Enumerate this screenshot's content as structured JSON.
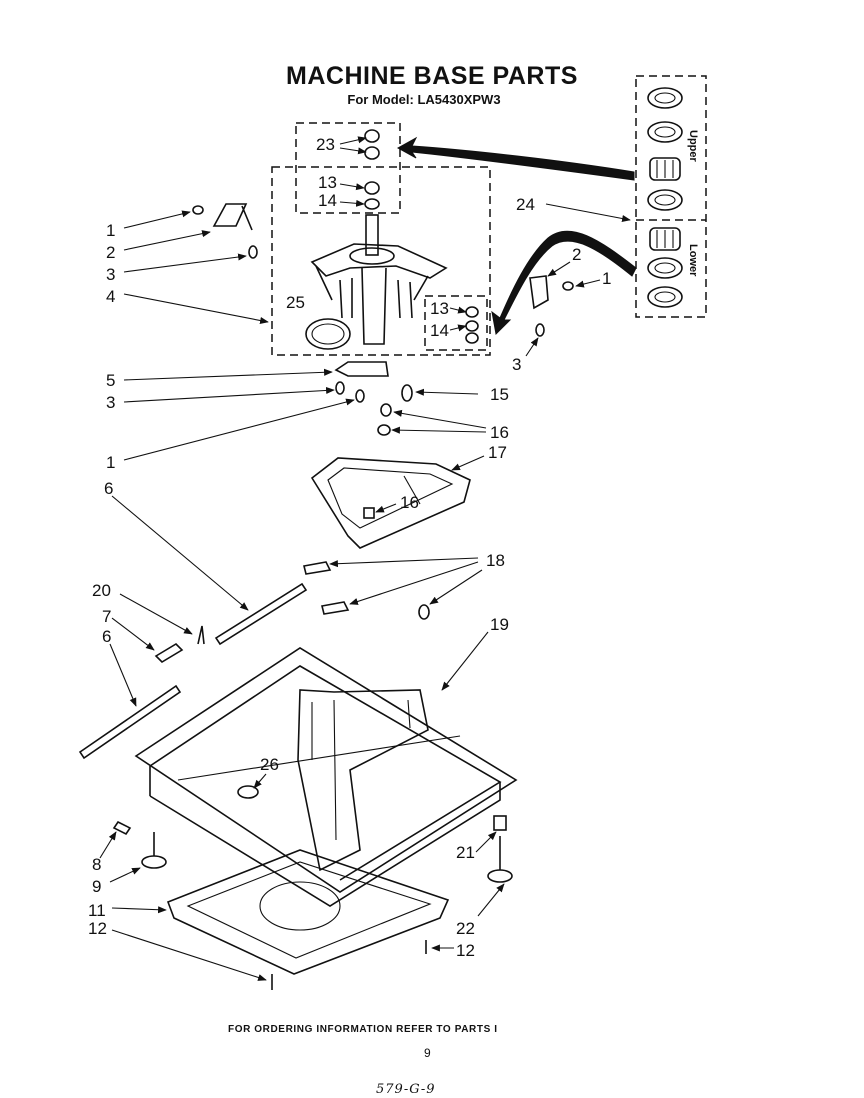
{
  "header": {
    "title": "MACHINE BASE PARTS",
    "subtitle": "For Model: LA5430XPW3"
  },
  "inset_labels": {
    "upper": "Upper",
    "lower": "Lower"
  },
  "callouts": {
    "c1a": "1",
    "c2a": "2",
    "c3a": "3",
    "c4": "4",
    "c23": "23",
    "c13a": "13",
    "c14a": "14",
    "c25": "25",
    "c13b": "13",
    "c14b": "14",
    "c24": "24",
    "c2b": "2",
    "c1b": "1",
    "c3b": "3",
    "c5": "5",
    "c3c": "3",
    "c15": "15",
    "c1c": "1",
    "c16a": "16",
    "c6a": "6",
    "c17": "17",
    "c16b": "16",
    "c18": "18",
    "c20": "20",
    "c7": "7",
    "c6b": "6",
    "c19": "19",
    "c26": "26",
    "c8": "8",
    "c9": "9",
    "c21": "21",
    "c11": "11",
    "c12a": "12",
    "c22": "22",
    "c12b": "12"
  },
  "footer": {
    "note": "FOR ORDERING INFORMATION REFER TO PARTS I",
    "page": "9",
    "code": "579-G-9"
  }
}
